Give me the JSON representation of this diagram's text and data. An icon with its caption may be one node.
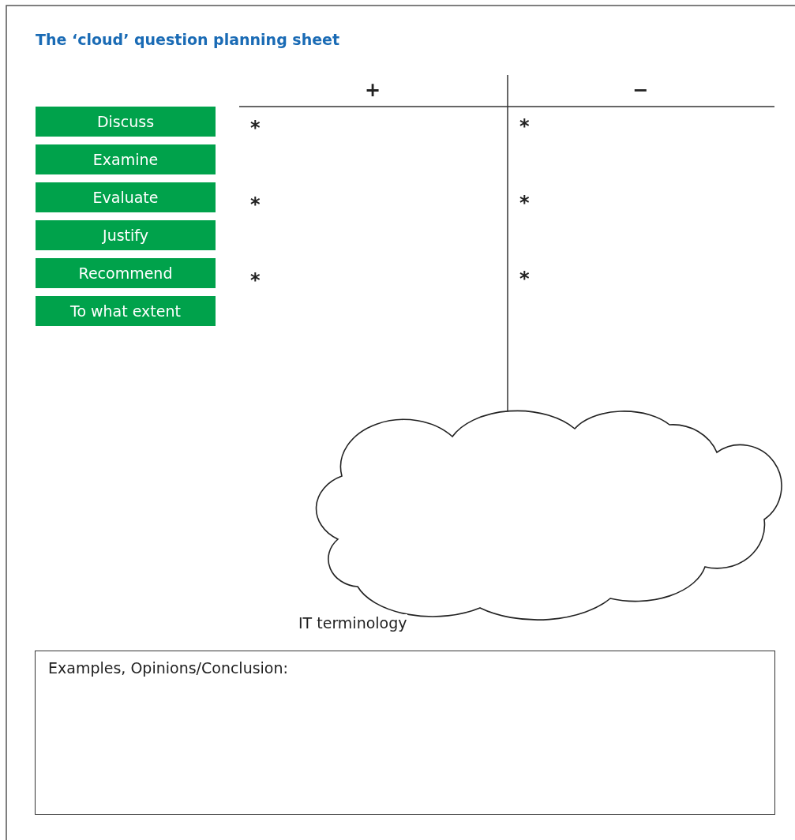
{
  "diagram": {
    "title": "The ‘cloud’ question planning sheet",
    "nodes": [
      {
        "text": [
          "Discuss"
        ]
      },
      {
        "text": [
          "Examine"
        ]
      },
      {
        "text": [
          "Evaluate"
        ]
      },
      {
        "text": [
          "Justify"
        ]
      },
      {
        "text": [
          "Recommend"
        ]
      },
      {
        "text": [
          "To what extent"
        ]
      },
      {
        "text": [],
        "shape": "cloud",
        "beside": [
          "IT terminology"
        ]
      },
      {
        "text": [
          "Examples, Opinions/Conclusion:"
        ]
      }
    ],
    "edges": [],
    "labels": [
      "+",
      "−",
      "*",
      "*",
      "*",
      "*",
      "*",
      "*"
    ]
  }
}
